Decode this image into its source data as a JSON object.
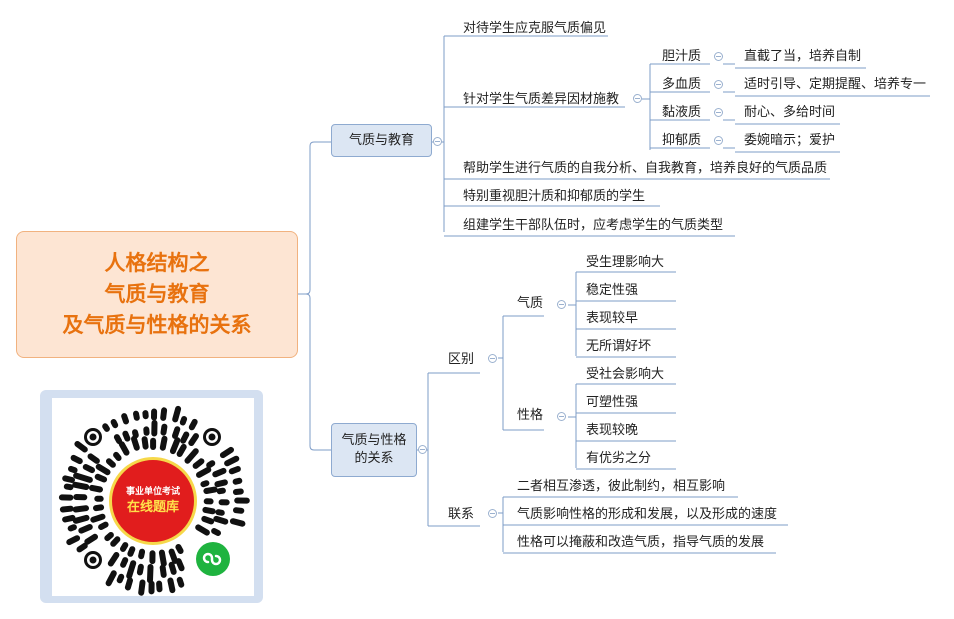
{
  "root": {
    "title_lines": [
      "人格结构之",
      "气质与教育",
      "及气质与性格的关系"
    ]
  },
  "branch1": {
    "label": "气质与教育",
    "items": {
      "overcome": "对待学生应克服气质偏见",
      "differentiate": {
        "label": "针对学生气质差异因材施教",
        "types": [
          {
            "type": "胆汁质",
            "method": "直截了当，培养自制"
          },
          {
            "type": "多血质",
            "method": "适时引导、定期提醒、培养专一"
          },
          {
            "type": "黏液质",
            "method": "耐心、多给时间"
          },
          {
            "type": "抑郁质",
            "method": "委婉暗示；爱护"
          }
        ]
      },
      "self_analysis": "帮助学生进行气质的自我分析、自我教育，培养良好的气质品质",
      "attention": "特别重视胆汁质和抑郁质的学生",
      "cadre": "组建学生干部队伍时，应考虑学生的气质类型"
    }
  },
  "branch2": {
    "label": "气质与性格的关系",
    "difference": {
      "label": "区别",
      "temperament": {
        "label": "气质",
        "points": [
          "受生理影响大",
          "稳定性强",
          "表现较早",
          "无所谓好坏"
        ]
      },
      "character": {
        "label": "性格",
        "points": [
          "受社会影响大",
          "可塑性强",
          "表现较晚",
          "有优劣之分"
        ]
      }
    },
    "connection": {
      "label": "联系",
      "points": [
        "二者相互渗透，彼此制约，相互影响",
        "气质影响性格的形成和发展，以及形成的速度",
        "性格可以掩蔽和改造气质，指导气质的发展"
      ]
    }
  },
  "qr": {
    "line1": "事业单位考试",
    "line2": "在线题库"
  },
  "colors": {
    "line": "#7e9cc7",
    "root_text": "#e8720f",
    "badge_red": "#e11d1d",
    "wechat_green": "#1fb33f"
  }
}
